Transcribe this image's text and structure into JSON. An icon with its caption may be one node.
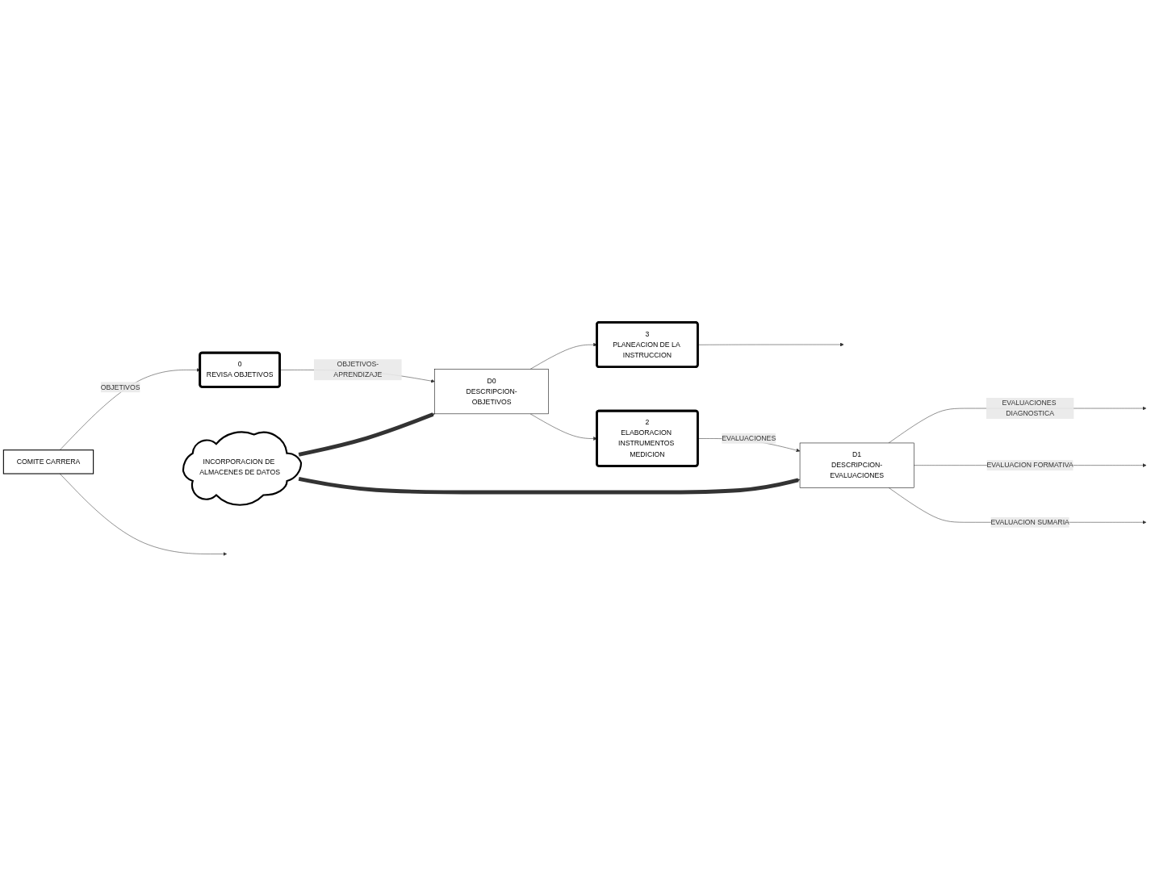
{
  "diagram": {
    "nodes": [
      {
        "text": [
          "COMITE CARRERA"
        ]
      },
      {
        "text": [
          "0",
          "REVISA OBJETIVOS"
        ]
      },
      {
        "text": [
          "3",
          "PLANEACION DE LA INSTRUCCION"
        ]
      },
      {
        "text": [
          "D0",
          "DESCRIPCION-OBJETIVOS"
        ]
      },
      {
        "text": [
          "2",
          "ELABORACION INSTRUMENTOS MEDICION"
        ]
      },
      {
        "text": [
          "INCORPORACION DE ALMACENES DE DATOS"
        ]
      },
      {
        "text": [
          "D1",
          "DESCRIPCION-EVALUACIONES"
        ]
      }
    ],
    "edges": [
      {
        "from": 0,
        "to": 1,
        "label": "OBJETIVOS",
        "arrow": "to"
      },
      {
        "from": 1,
        "to": 3,
        "label": "OBJETIVOS-APRENDIZAJE",
        "arrow": "to"
      },
      {
        "from": 3,
        "to": 2,
        "arrow": "to"
      },
      {
        "from": 3,
        "to": 4,
        "arrow": "to"
      },
      {
        "from": 4,
        "to": 6,
        "label": "EVALUACIONES",
        "arrow": "to"
      },
      {
        "from": 0,
        "to": null,
        "arrow": "to"
      },
      {
        "from": 2,
        "to": null,
        "arrow": "to"
      },
      {
        "from": 5,
        "to": 3,
        "arrow": "to",
        "style": "thick"
      },
      {
        "from": 5,
        "to": 6,
        "arrow": "to",
        "style": "thick"
      },
      {
        "from": 6,
        "to": null,
        "label": "EVALUACIONES DIAGNOSTICA",
        "arrow": "to"
      },
      {
        "from": 6,
        "to": null,
        "label": "EVALUACION FORMATIVA",
        "arrow": "to"
      },
      {
        "from": 6,
        "to": null,
        "label": "EVALUACION SUMARIA",
        "arrow": "to"
      }
    ]
  }
}
